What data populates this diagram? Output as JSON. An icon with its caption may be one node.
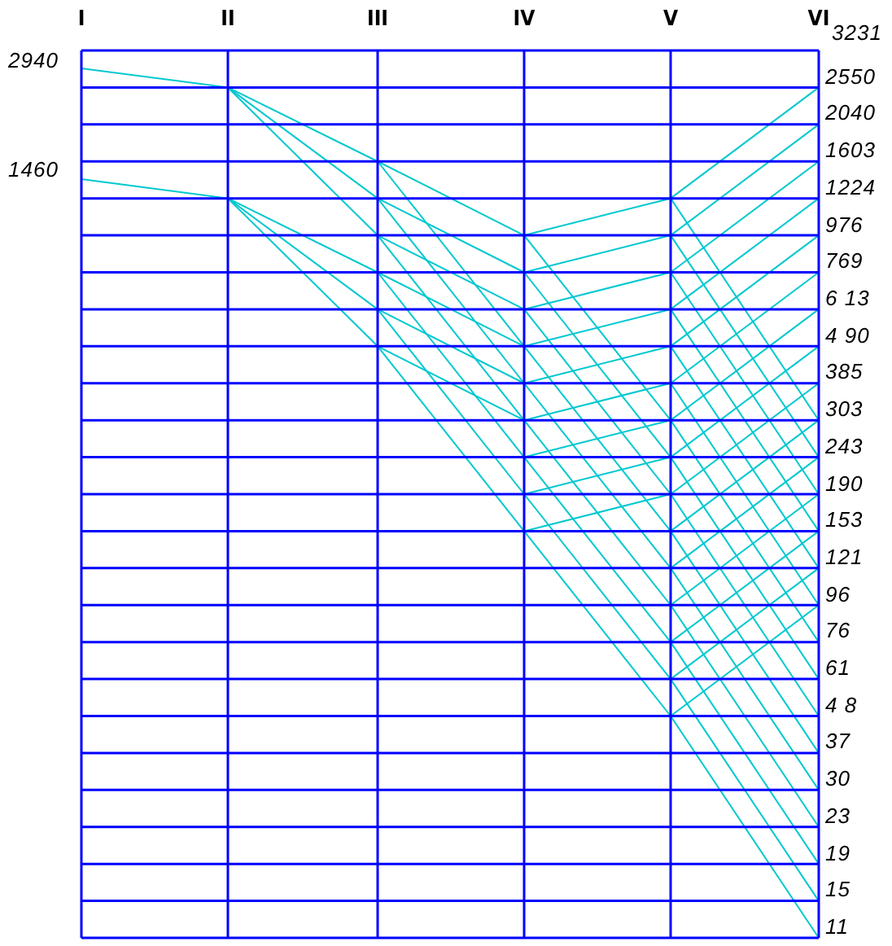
{
  "diagram": {
    "labels": [
      "I",
      "II",
      "III",
      "IV",
      "V",
      "VI",
      "3231",
      "2940",
      "2550",
      "2040",
      "1603",
      "1460",
      "1224",
      "976",
      "769",
      "6 13",
      "4 90",
      "385",
      "303",
      "243",
      "190",
      "153",
      "121",
      "96",
      "76",
      "61",
      "4 8",
      "37",
      "30",
      "23",
      "19",
      "15",
      "11"
    ]
  }
}
